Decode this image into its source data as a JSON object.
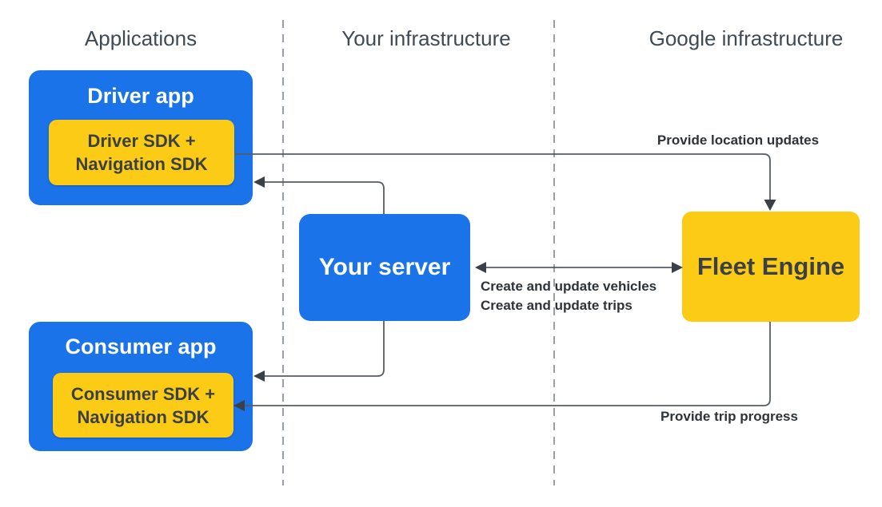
{
  "colors": {
    "background": "#ffffff",
    "blue": "#1a73e8",
    "yellow": "#fccb15",
    "title-text": "#ffffff",
    "dark-text": "#3a4045",
    "header-text": "#3e4a54",
    "label-text": "#2d3338",
    "line": "#565c63",
    "arrowhead": "#3a4047",
    "divider": "#989fa6"
  },
  "columns": [
    {
      "label": "Applications"
    },
    {
      "label": "Your infrastructure"
    },
    {
      "label": "Google infrastructure"
    }
  ],
  "nodes": {
    "driver_app": {
      "label": "Driver app"
    },
    "driver_sdk": {
      "label": "Driver SDK +\nNavigation SDK"
    },
    "consumer_app": {
      "label": "Consumer app"
    },
    "consumer_sdk": {
      "label": "Consumer SDK +\nNavigation SDK"
    },
    "your_server": {
      "label": "Your server"
    },
    "fleet_engine": {
      "label": "Fleet Engine"
    }
  },
  "edges": {
    "location_updates": {
      "label": "Provide location updates",
      "from": "Driver SDK + Navigation SDK",
      "to": "Fleet Engine"
    },
    "server_to_driver": {
      "label": "",
      "from": "Your server",
      "to": "Driver app"
    },
    "server_fleet": {
      "label": "Create and update vehicles\nCreate and update trips",
      "from": "Your server",
      "to": "Fleet Engine",
      "bidirectional": true
    },
    "server_to_consumer": {
      "label": "",
      "from": "Your server",
      "to": "Consumer app"
    },
    "trip_progress": {
      "label": "Provide trip progress",
      "from": "Fleet Engine",
      "to": "Consumer SDK + Navigation SDK"
    }
  }
}
